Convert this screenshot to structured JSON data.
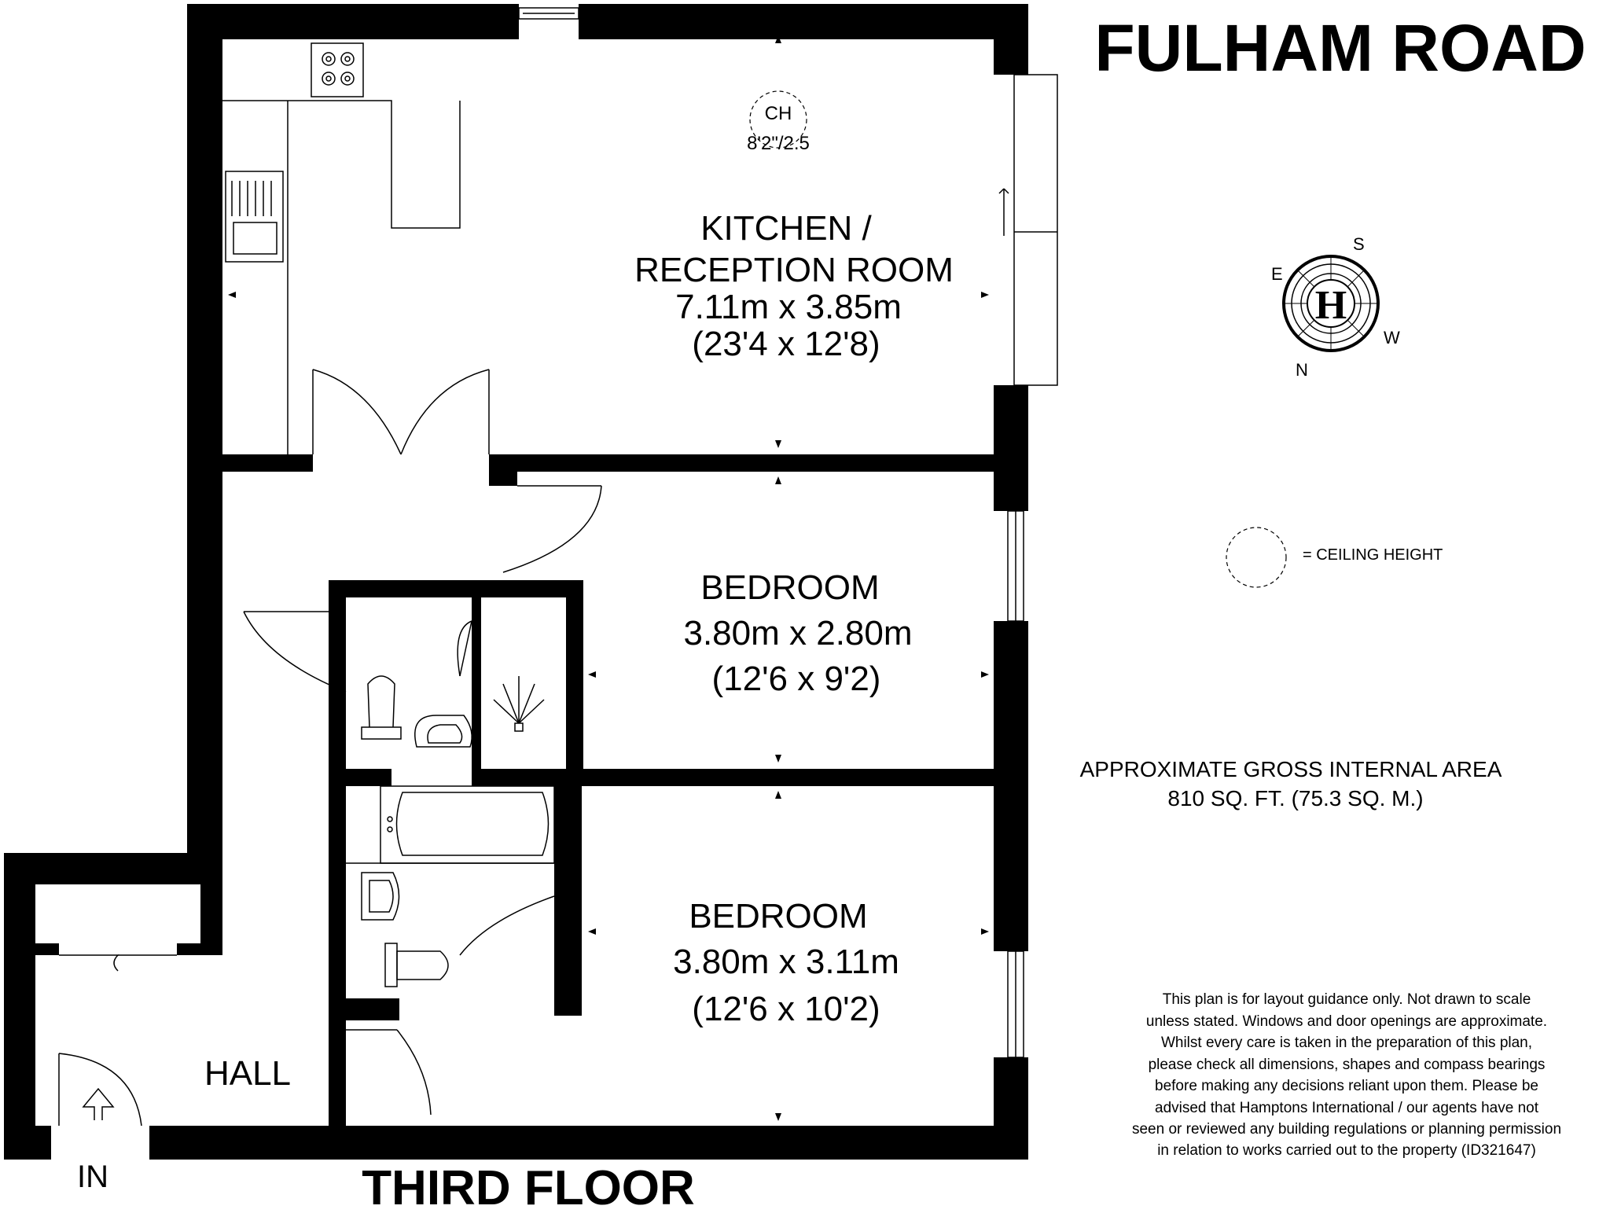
{
  "title": "FULHAM ROAD",
  "floor_label": "THIRD FLOOR",
  "entrance_label": "IN",
  "compass": {
    "e": "E",
    "s": "S",
    "w": "W",
    "n": "N",
    "logo": "H"
  },
  "ceiling_marker": {
    "label": "CH",
    "value": "8'2\"/2.5"
  },
  "legend": {
    "text": "= CEILING HEIGHT"
  },
  "rooms": {
    "kitchen": {
      "name_1": "KITCHEN /",
      "name_2": "RECEPTION ROOM",
      "metric": "7.11m x 3.85m",
      "imperial": "(23'4 x 12'8)"
    },
    "bedroom1": {
      "name": "BEDROOM",
      "metric": "3.80m x 2.80m",
      "imperial": "(12'6 x 9'2)"
    },
    "bedroom2": {
      "name": "BEDROOM",
      "metric": "3.80m x 3.11m",
      "imperial": "(12'6 x 10'2)"
    },
    "hall": {
      "name": "HALL"
    }
  },
  "area": {
    "line1": "APPROXIMATE GROSS INTERNAL AREA",
    "line2": "810 SQ. FT. (75.3 SQ. M.)"
  },
  "disclaimer": [
    "This plan is for layout guidance only. Not drawn to scale",
    "unless stated. Windows and door openings are approximate.",
    "Whilst every care is taken in the preparation of this plan,",
    "please check all dimensions, shapes and compass bearings",
    "before making any decisions reliant upon them. Please be",
    "advised that Hamptons International / our agents have not",
    "seen or reviewed any building regulations or planning permission",
    "in relation to works carried out to the property (ID321647)"
  ]
}
